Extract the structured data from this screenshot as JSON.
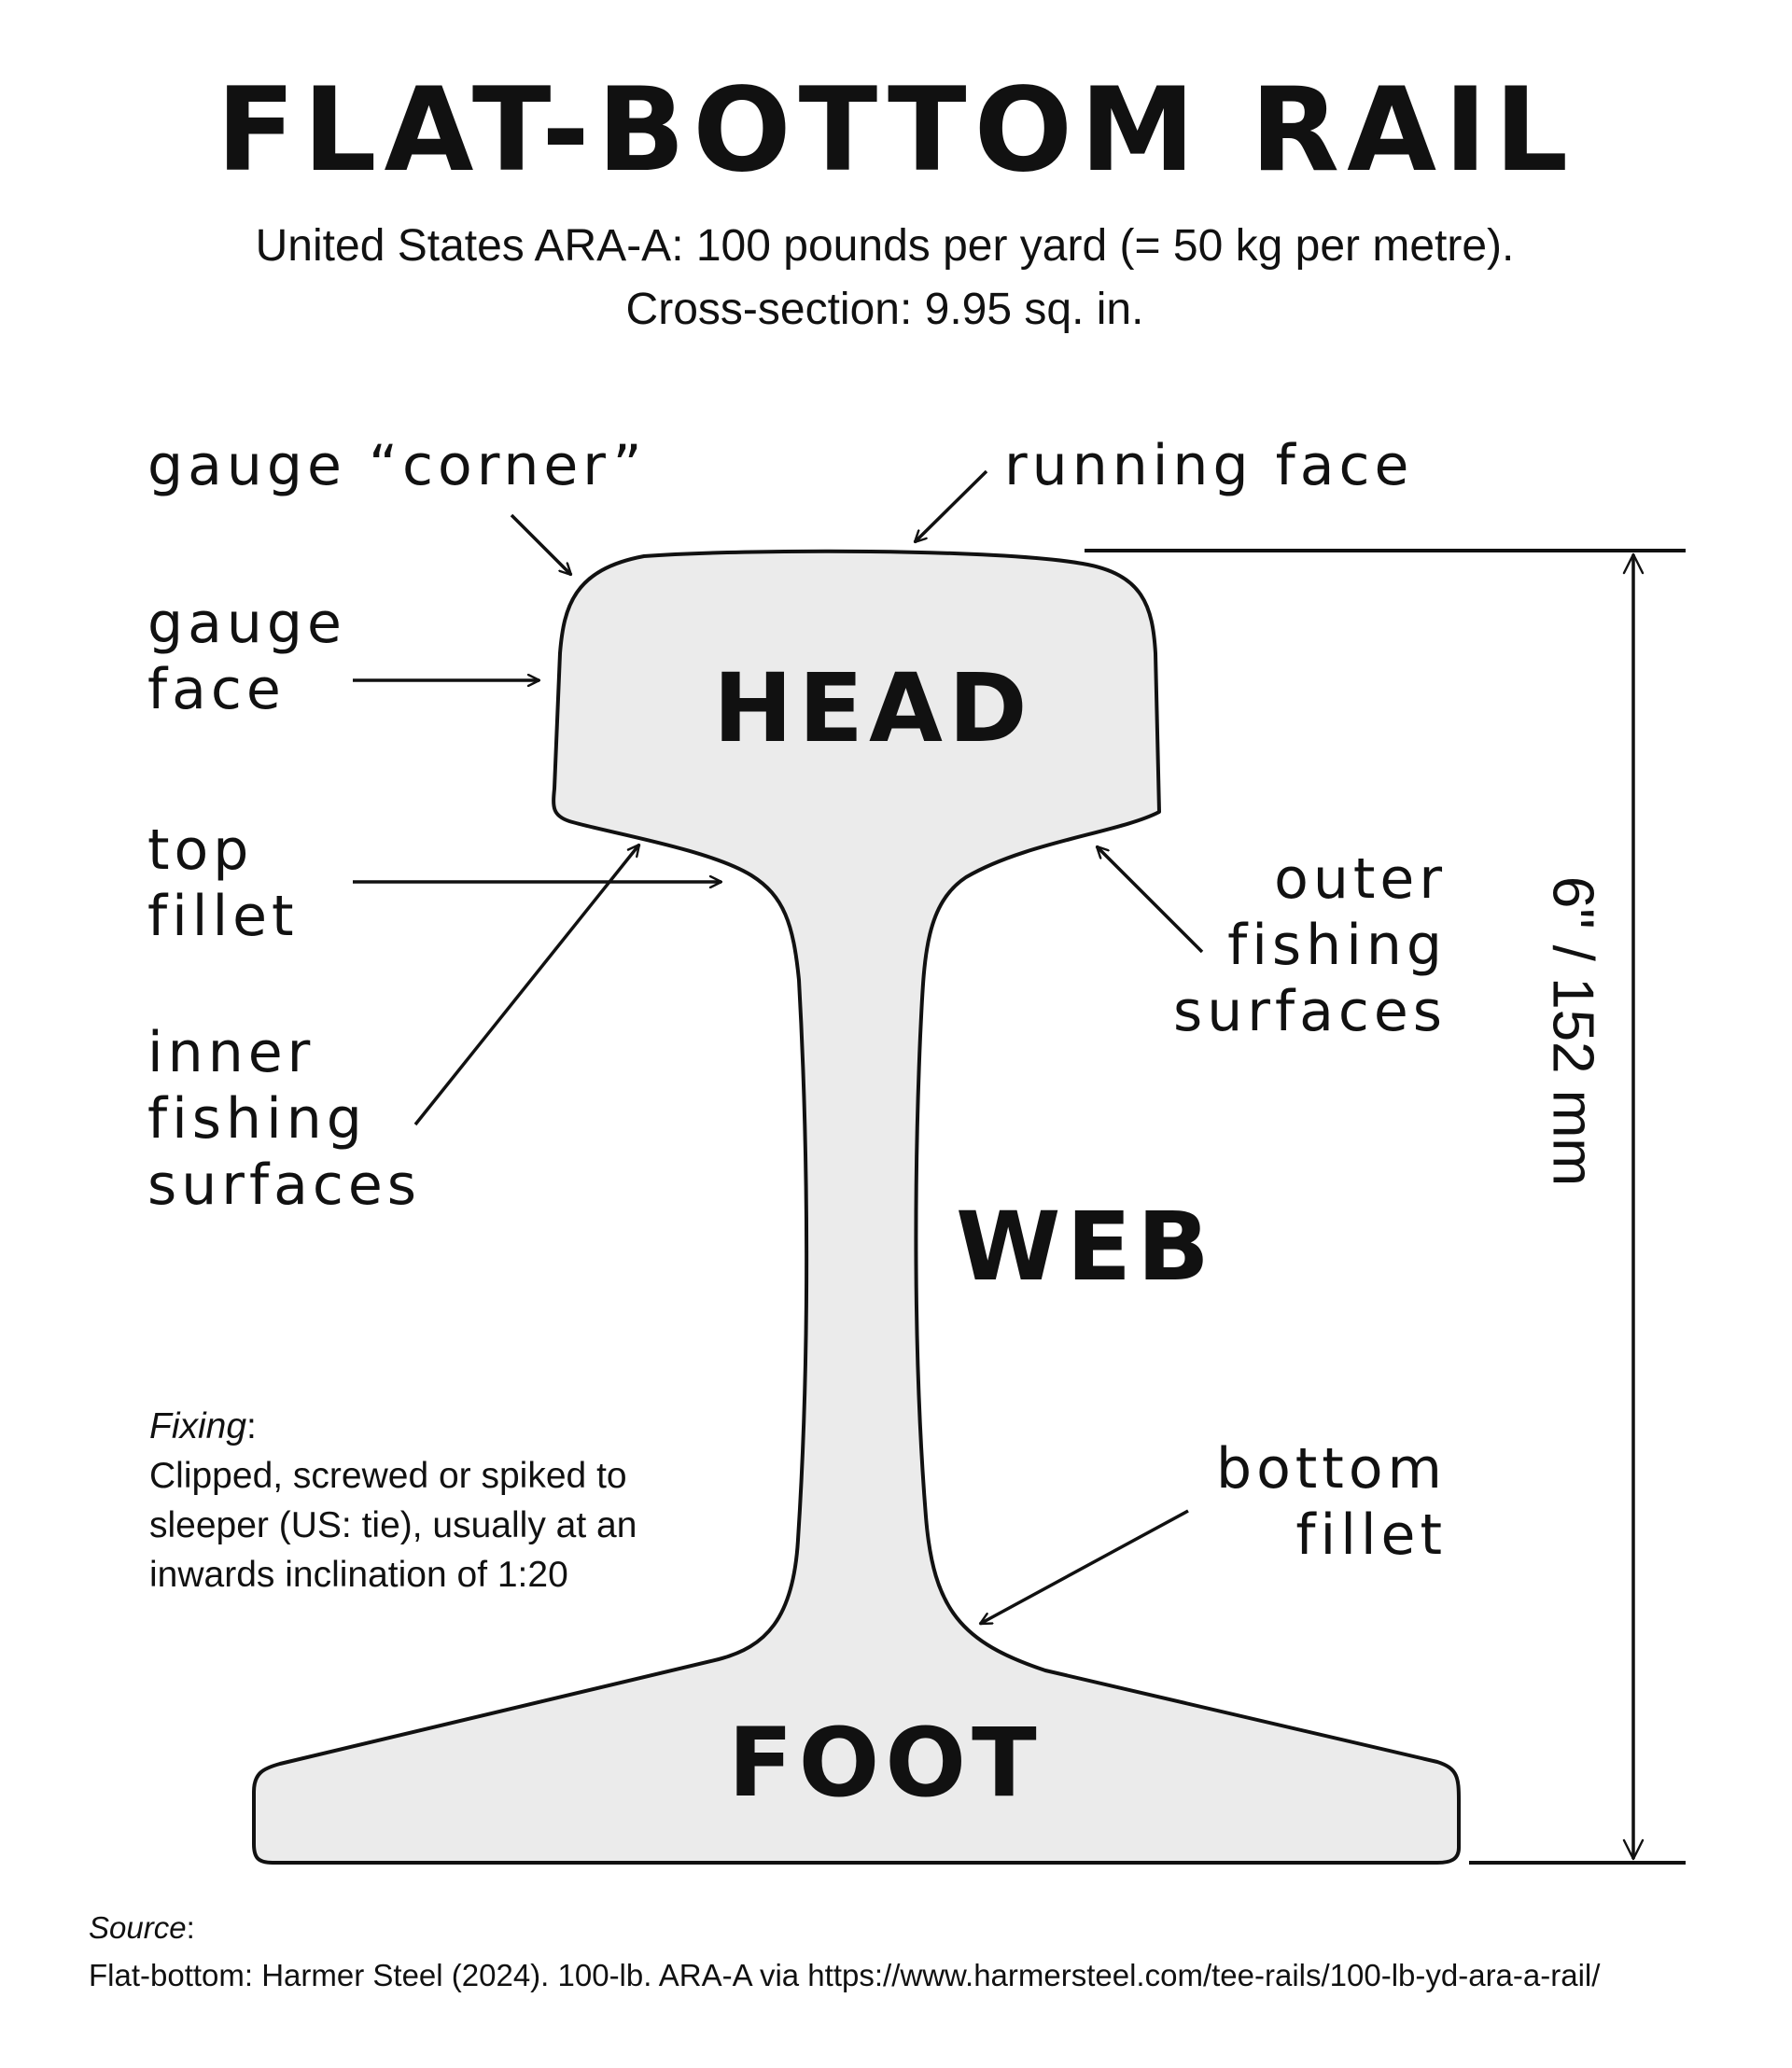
{
  "title": "FLAT-BOTTOM RAIL",
  "subtitle": {
    "line1": "United States ARA-A: 100 pounds per yard (= 50 kg per metre).",
    "line2": "Cross-section: 9.95 sq. in."
  },
  "labels": {
    "gauge_corner": "gauge “corner”",
    "running_face": "running face",
    "gauge_face": [
      "gauge",
      "face"
    ],
    "top_fillet": [
      "top",
      "fillet"
    ],
    "inner_fishing_surfaces": [
      "inner",
      "fishing",
      "surfaces"
    ],
    "outer_fishing_surfaces": [
      "outer",
      "fishing",
      "surfaces"
    ],
    "bottom_fillet": [
      "bottom",
      "fillet"
    ]
  },
  "parts": {
    "head": "HEAD",
    "web": "WEB",
    "foot": "FOOT"
  },
  "dimension": "6\" / 152 mm",
  "fixing": {
    "heading": "Fixing",
    "colon": ":",
    "lines": [
      "Clipped, screwed or spiked to",
      "sleeper (US: tie), usually at an",
      "inwards inclination of 1:20"
    ]
  },
  "source": {
    "heading": "Source",
    "colon": ":",
    "text": "Flat-bottom: Harmer Steel (2024). 100-lb. ARA-A via https://www.harmersteel.com/tee-rails/100-lb-yd-ara-a-rail/"
  },
  "colors": {
    "rail_fill": "#ebebeb",
    "stroke": "#111111",
    "background": "#ffffff"
  }
}
